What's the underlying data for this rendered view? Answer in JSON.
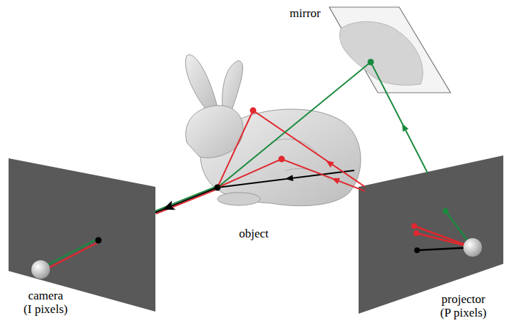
{
  "diagram": {
    "labels": [
      "mirror",
      "object",
      "camera",
      "(I pixels)",
      "projector",
      "(P pixels)"
    ]
  }
}
